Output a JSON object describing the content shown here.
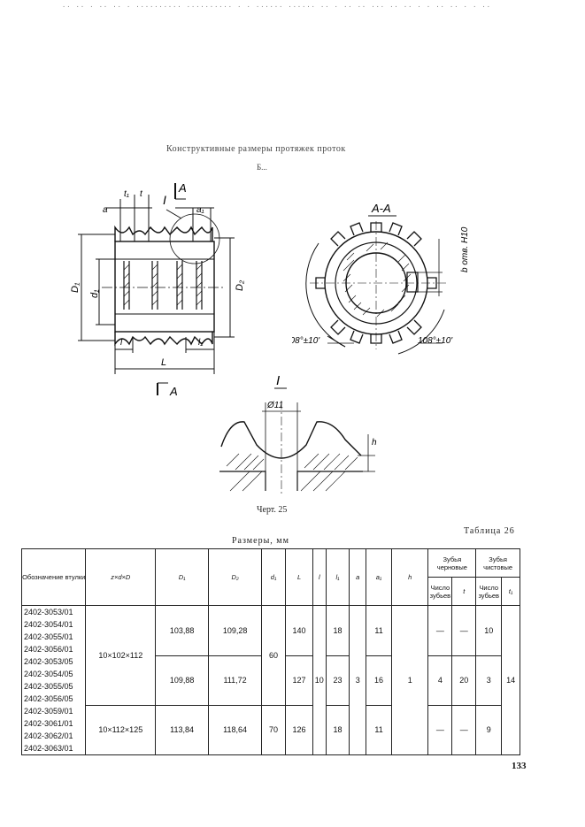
{
  "header_noise": "·· ·· · ·· ·· · ·········· ·········· · ·  ······  ······  ·· ·    ·· ·· ··· ·· ·· · · ·· ·· · · ··",
  "drawing": {
    "title": "Конструктивные размеры протяжек проток",
    "subtitle": "Б...",
    "section_label": "А-А",
    "view_mark": "А",
    "detail_mark": "I",
    "dims": {
      "a": "a",
      "t1": "t₁",
      "t": "t",
      "a1": "a₁",
      "D1": "D₁",
      "d1": "d₁",
      "D2": "D₂",
      "l": "l",
      "l1": "l₁",
      "L": "L",
      "b": "b отв. Н10",
      "angle": "108°±10'",
      "dia11": "Ø11",
      "h": "h"
    },
    "caption": "Черт. 25"
  },
  "table": {
    "label": "Таблица 26",
    "units": "Размеры, мм",
    "headers": {
      "code": "Обозначение втулки",
      "zdD": "z×d×D",
      "D1": "D₁",
      "D2": "D₂",
      "d1": "d₁",
      "L": "L",
      "l": "l",
      "l1": "l₁",
      "a": "a",
      "a1": "a₁",
      "h": "h",
      "rough": "Зубья черновые",
      "finish": "Зубья чистовые",
      "teeth_count": "Число зубьев",
      "t": "t",
      "t1": "t₁"
    },
    "codes": [
      "2402-3053/01",
      "2402-3054/01",
      "2402-3055/01",
      "2402-3056/01",
      "2402-3053/05",
      "2402-3054/05",
      "2402-3055/05",
      "2402-3056/05",
      "2402-3059/01",
      "2402-3061/01",
      "2402-3062/01",
      "2402-3063/01"
    ],
    "group1": {
      "zdD": "10×102×112",
      "d1": "60",
      "l": "10",
      "a": "3",
      "h": "1",
      "t1": "14",
      "row1": {
        "D1": "103,88",
        "D2": "109,28",
        "L": "140",
        "l1": "18",
        "a1": "11",
        "rough_n": "—",
        "rough_t": "—",
        "finish_n": "10"
      },
      "row2": {
        "D1": "109,88",
        "D2": "111,72",
        "L": "127",
        "l1": "23",
        "a1": "16",
        "rough_n": "4",
        "rough_t": "20",
        "finish_n": "3"
      }
    },
    "group2": {
      "zdD": "10×112×125",
      "D1": "113,84",
      "D2": "118,64",
      "d1": "70",
      "L": "126",
      "l1": "18",
      "a1": "11",
      "rough_n": "—",
      "rough_t": "—",
      "finish_n": "9"
    }
  },
  "page_number": "133"
}
